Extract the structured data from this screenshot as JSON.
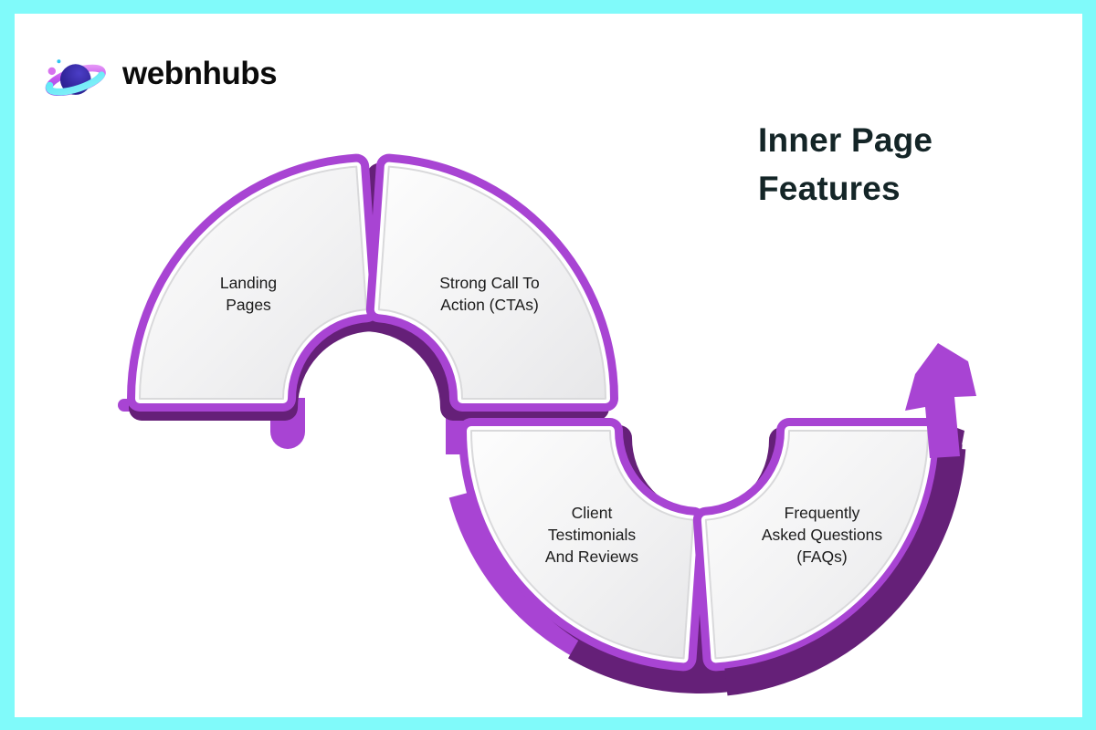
{
  "logo": {
    "brand": "webnhubs"
  },
  "title": {
    "text": "Inner Page\nFeatures"
  },
  "segments": [
    {
      "label": "Landing\nPages"
    },
    {
      "label": "Strong Call To\nAction (CTAs)"
    },
    {
      "label": "Client\nTestimonials\nAnd Reviews"
    },
    {
      "label": "Frequently\nAsked Questions\n(FAQs)"
    }
  ],
  "icons": {
    "logo_planet": "planet-with-ring-icon",
    "flow_arrow": "up-right-arrow-icon"
  },
  "colors": {
    "background_border": "#80FAFA",
    "panel": "#FFFFFF",
    "ribbon_purple": "#A844D3",
    "shadow_purple": "#652078",
    "card_fill_light": "#FDFDFD",
    "card_fill_dark": "#E7E7E9",
    "card_edge": "#D9D9DB",
    "title_color": "#142527",
    "label_color": "#1B1B1B",
    "logo_text_color": "#0B0B0B",
    "planet_sphere": "#2F2397",
    "planet_ring_cyan": "#52E5F4",
    "planet_ring_magenta": "#C355EE"
  }
}
